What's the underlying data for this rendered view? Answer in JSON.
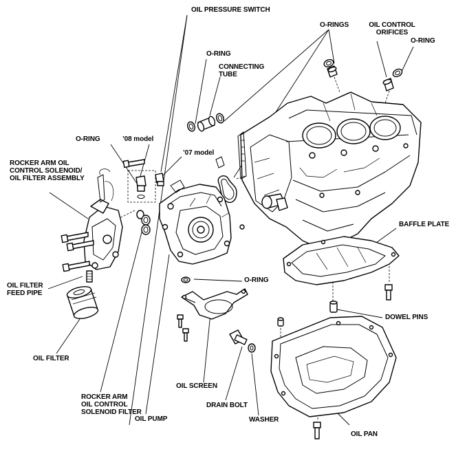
{
  "labels": {
    "oil_pressure_switch": "OIL PRESSURE SWITCH",
    "o_rings_top": "O-RINGS",
    "oil_control_orifices": "OIL CONTROL\nORIFICES",
    "o_ring_top_right": "O-RING",
    "o_ring_connecting": "O-RING",
    "connecting_tube": "CONNECTING\nTUBE",
    "o_ring_left": "O-RING",
    "model_08": "’08 model",
    "model_07": "’07 model",
    "rocker_assembly": "ROCKER ARM OIL\nCONTROL SOLENOID/\nOIL FILTER ASSEMBLY",
    "oil_screen_o_ring": "O-RING",
    "baffle_plate": "BAFFLE PLATE",
    "feed_pipe": "OIL FILTER\nFEED PIPE",
    "dowel_pins": "DOWEL PINS",
    "oil_filter": "OIL FILTER",
    "oil_screen": "OIL SCREEN",
    "solenoid_filter": "ROCKER ARM\nOIL CONTROL\nSOLENOID FILTER",
    "drain_bolt": "DRAIN BOLT",
    "washer": "WASHER",
    "oil_pump": "OIL PUMP",
    "oil_pan": "OIL PAN"
  }
}
